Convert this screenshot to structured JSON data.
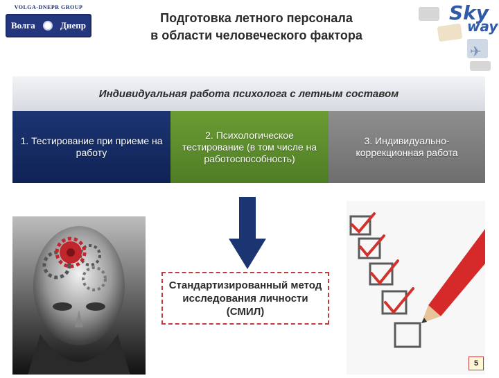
{
  "logo": {
    "group_text": "VOLGA-DNEPR GROUP",
    "left_word": "Волга",
    "right_word": "Днепр"
  },
  "header": {
    "title_line1": "Подготовка летного персонала",
    "title_line2": "в области человеческого фактора"
  },
  "brand": {
    "sky": "Sky",
    "way": "way"
  },
  "band": {
    "text": "Индивидуальная работа психолога с летным составом"
  },
  "steps": [
    {
      "text": "1. Тестирование при приеме на работу"
    },
    {
      "text": "2. Психологическое тестирование (в том числе на работоспособность)"
    },
    {
      "text": "3. Индивидуально-коррекционная работа"
    }
  ],
  "smil": {
    "text": "Стандартизированный метод исследования личности (СМИЛ)"
  },
  "page": {
    "number": "5"
  },
  "colors": {
    "step1": "#1b3572",
    "step2": "#6b9c34",
    "step3": "#8e8e8e",
    "smil_border": "#c43a3a",
    "arrow": "#1b3572"
  }
}
